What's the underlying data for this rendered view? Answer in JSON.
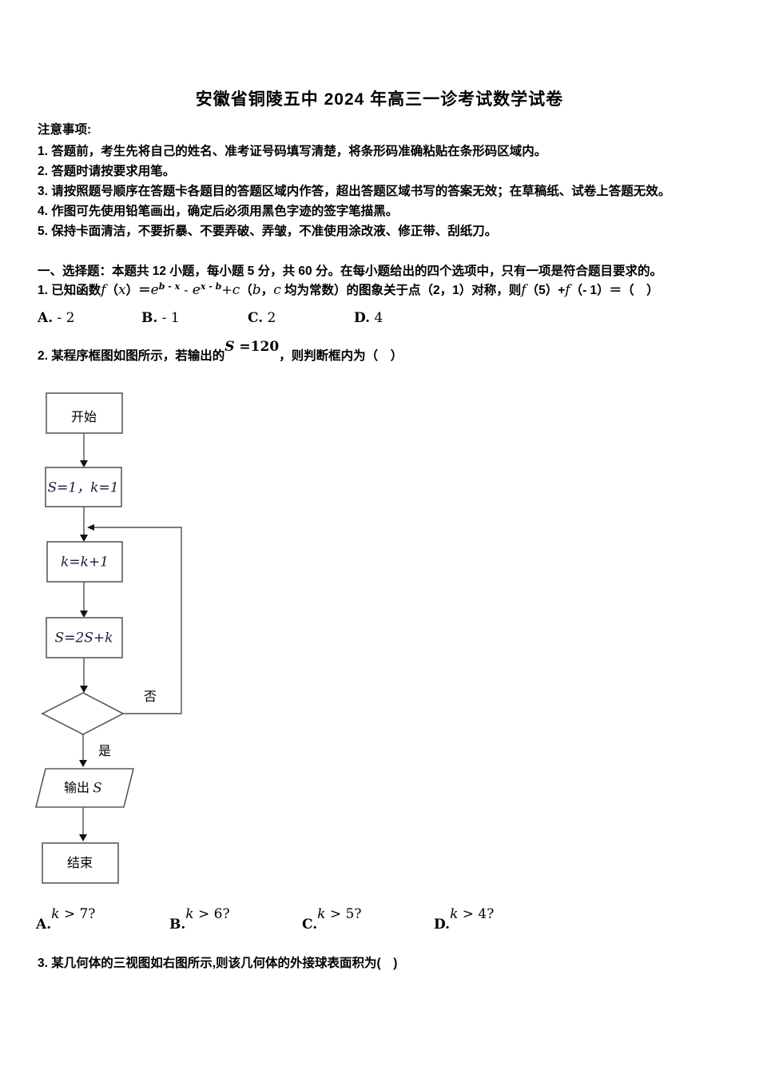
{
  "title": "安徽省铜陵五中 2024 年高三一诊考试数学试卷",
  "notice": {
    "heading": "注意事项:",
    "items": [
      "1. 答题前，考生先将自己的姓名、准考证号码填写清楚，将条形码准确粘贴在条形码区域内。",
      "2. 答题时请按要求用笔。",
      "3. 请按照题号顺序在答题卡各题目的答题区域内作答，超出答题区域书写的答案无效；在草稿纸、试卷上答题无效。",
      "4. 作图可先使用铅笔画出，确定后必须用黑色字迹的签字笔描黑。",
      "5. 保持卡面清洁，不要折暴、不要弄破、弄皱，不准使用涂改液、修正带、刮纸刀。"
    ]
  },
  "section1": {
    "heading": "一、选择题：本题共 12 小题，每小题 5 分，共 60 分。在每小题给出的四个选项中，只有一项是符合题目要求的。"
  },
  "q1": {
    "t1": "1. 已知函数",
    "m1": "f",
    "t2": "（",
    "m2": "x",
    "t3": "）＝",
    "m3": "e",
    "sup1": "b - x",
    "t4": " - ",
    "m4": "e",
    "sup2": "x - b",
    "t5": "+",
    "m5": "c",
    "t6": "（",
    "m6": "b",
    "t7": "，",
    "m7": "c",
    "t8": " 均为常数）的图象关于点（2，1）对称，则",
    "m8": "f",
    "t9": "（5）+",
    "m9": "f",
    "t10": "（- 1）＝（　）",
    "options": [
      {
        "label": "A.",
        "text": "  - 2"
      },
      {
        "label": "B.",
        "text": "  - 1"
      },
      {
        "label": "C.",
        "text": "  2"
      },
      {
        "label": "D.",
        "text": "  4"
      }
    ]
  },
  "q2": {
    "pre": "2. 某程序框图如图所示，若输出的",
    "formula_var": "S",
    "formula_eq": " =120",
    "post": "，则判断框内为（　）",
    "options": [
      {
        "label": "A.",
        "var": "k",
        "rest": " > 7?"
      },
      {
        "label": "B.",
        "var": "k",
        "rest": " > 6?"
      },
      {
        "label": "C.",
        "var": "k",
        "rest": " > 5?"
      },
      {
        "label": "D.",
        "var": "k",
        "rest": " > 4?"
      }
    ]
  },
  "flowchart": {
    "start_label": "开始",
    "init_label": "S=1，k=1",
    "inc_label": "k=k+1",
    "update_label": "S=2S+k",
    "no_label": "否",
    "yes_label": "是",
    "output_text": "输出",
    "output_var": "S",
    "end_label": "结束"
  },
  "q3": {
    "text": "3. 某几何体的三视图如右图所示,则该几何体的外接球表面积为(　)"
  }
}
